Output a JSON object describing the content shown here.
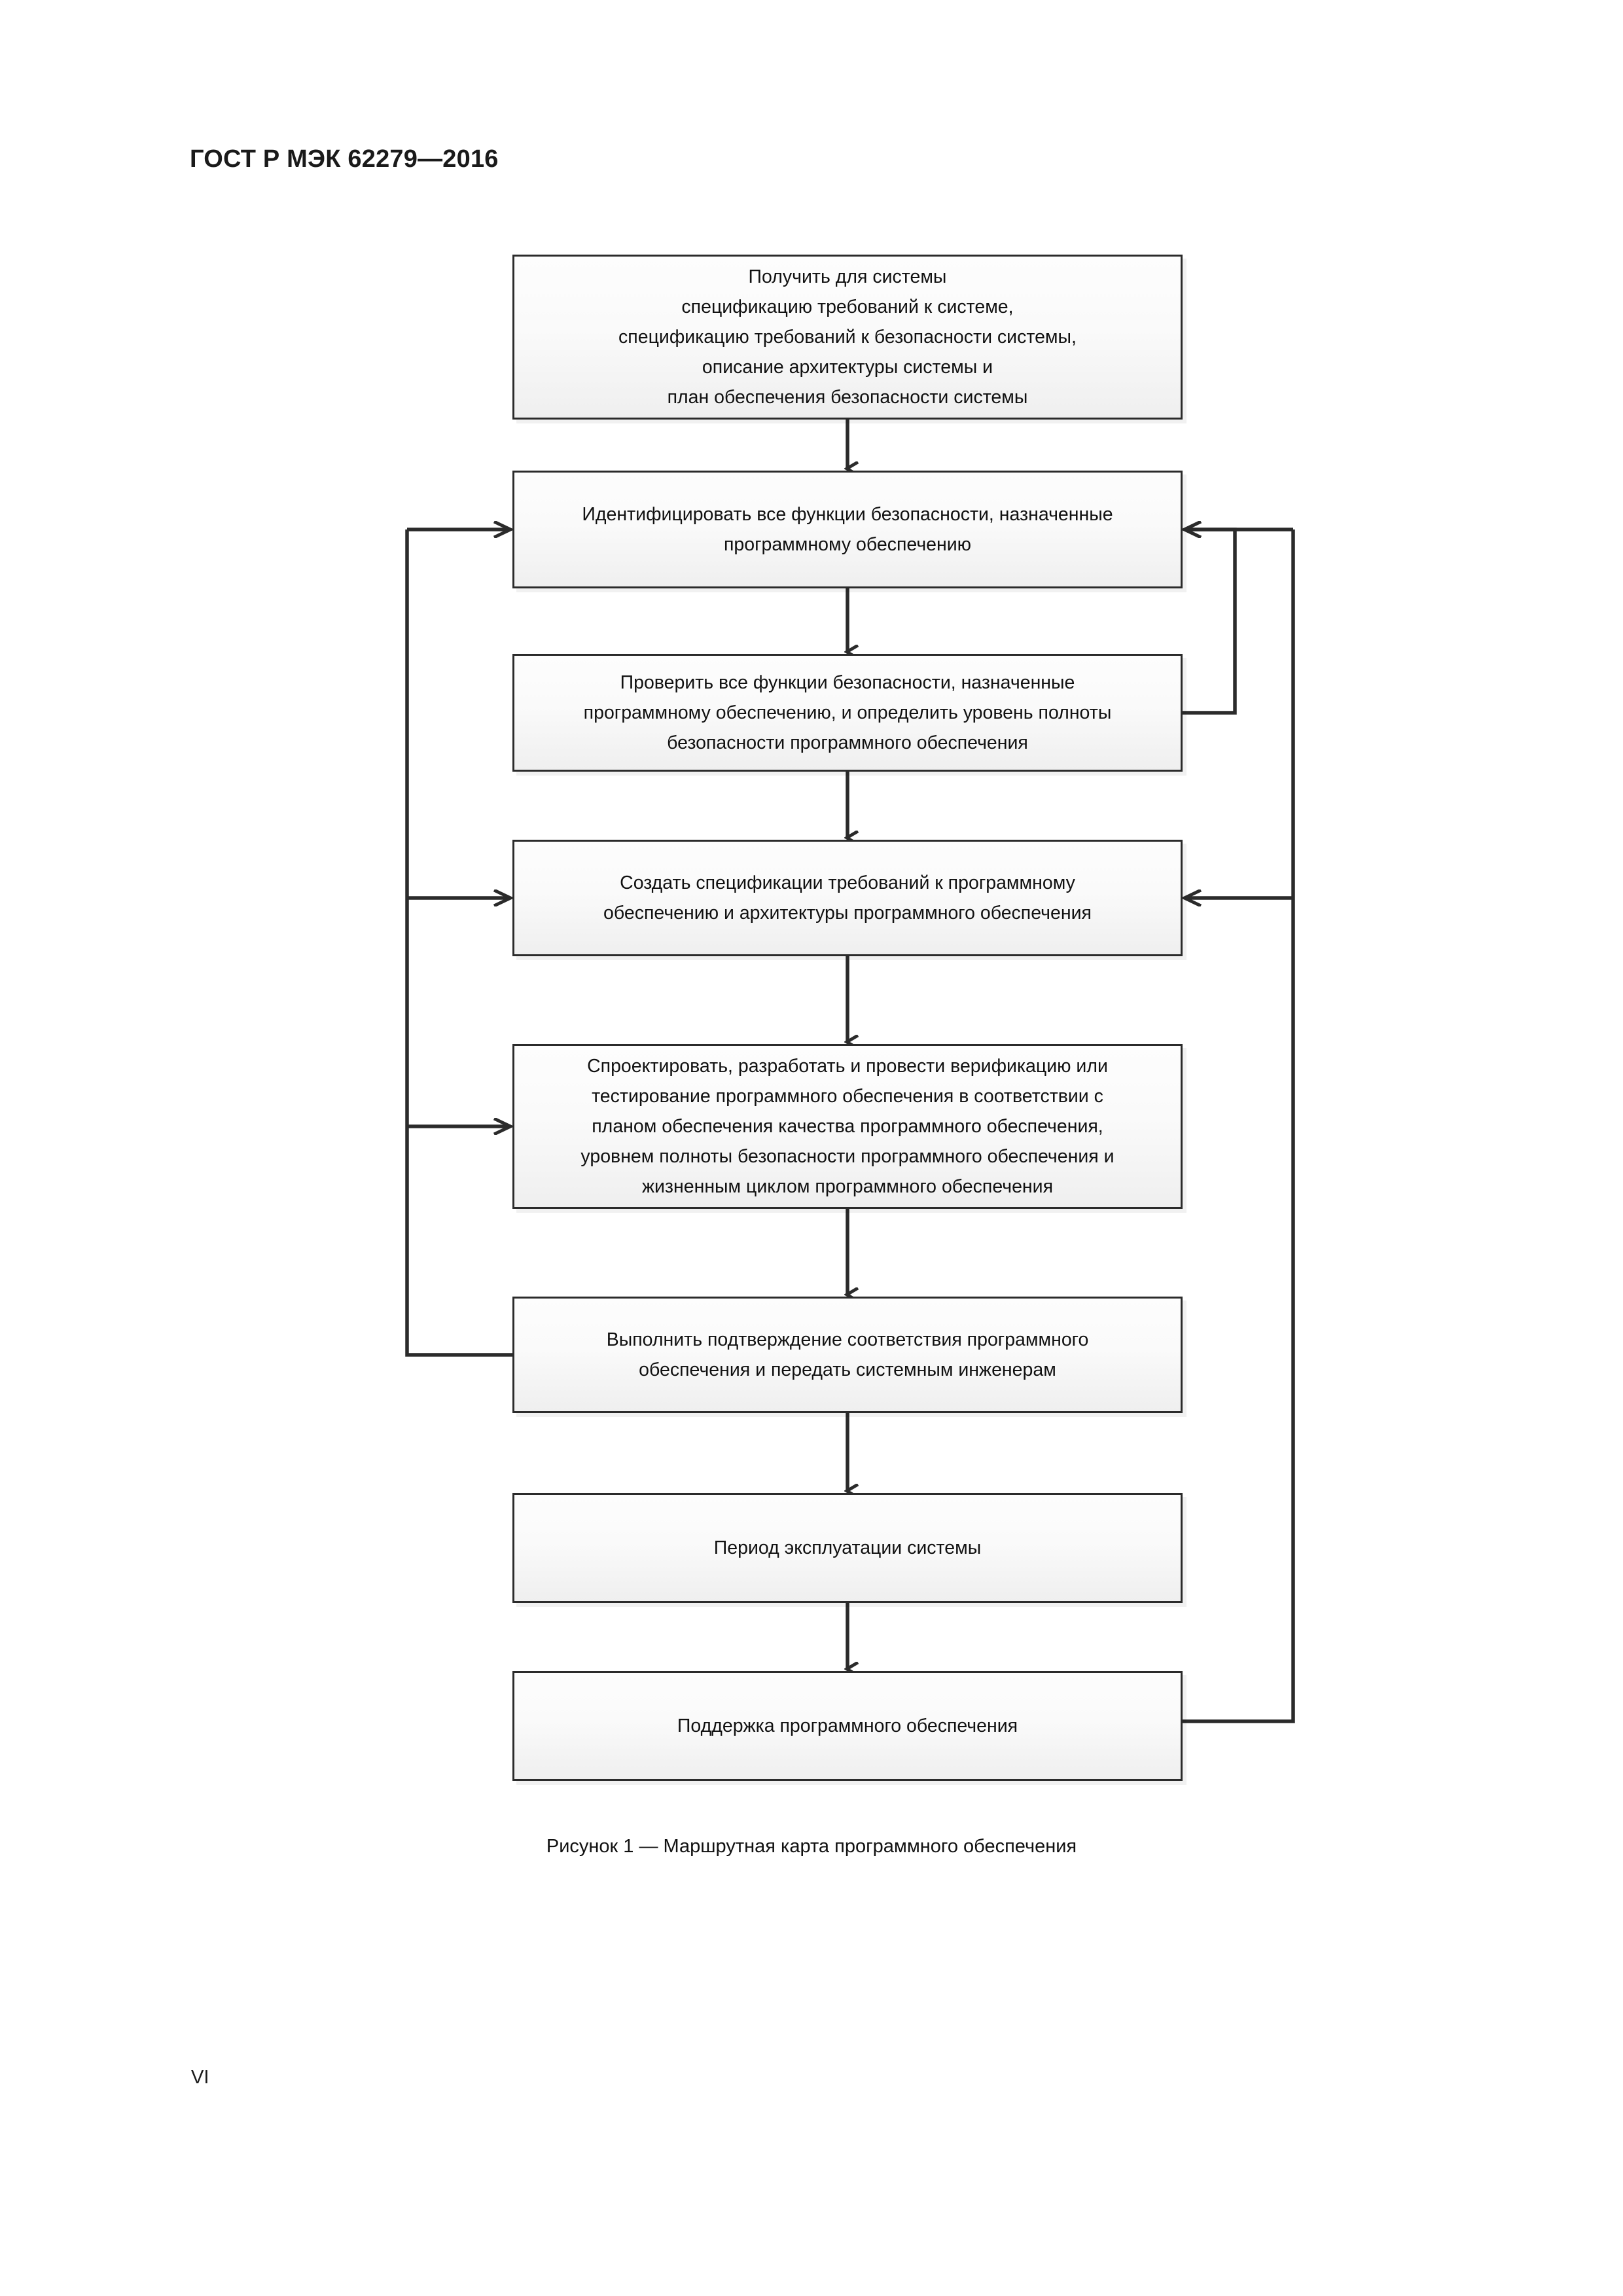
{
  "document": {
    "header": "ГОСТ Р МЭК 62279—2016",
    "page_number": "VI"
  },
  "figure": {
    "caption": "Рисунок 1 — Маршрутная карта программного обеспечения",
    "nodes": [
      {
        "id": "node-1",
        "name": "obtain-system-specifications",
        "text": "Получить для системы\nспецификацию требований к  системе,\nспецификацию требований к безопасности системы,\nописание архитектуры системы и\nплан обеспечения безопасности системы"
      },
      {
        "id": "node-2",
        "name": "identify-safety-functions",
        "text": "Идентифицировать все функции безопасности, назначенные\nпрограммному обеспечению"
      },
      {
        "id": "node-3",
        "name": "verify-safety-functions-and-sil",
        "text": "Проверить все функции безопасности, назначенные\nпрограммному обеспечению, и определить уровень полноты\nбезопасности программного обеспечения"
      },
      {
        "id": "node-4",
        "name": "create-software-requirements-and-architecture",
        "text": "Создать спецификации требований к программному\nобеспечению и архитектуры программного обеспечения"
      },
      {
        "id": "node-5",
        "name": "design-develop-verify-software",
        "text": "Спроектировать, разработать и провести верификацию или\nтестирование программного обеспечения в соответствии с\nпланом обеспечения качества программного обеспечения,\nуровнем полноты безопасности программного обеспечения и\nжизненным циклом программного обеспечения"
      },
      {
        "id": "node-6",
        "name": "perform-software-validation-and-handover",
        "text": "Выполнить подтверждение соответствия программного\nобеспечения и передать системным инженерам"
      },
      {
        "id": "node-7",
        "name": "system-operation-period",
        "text": "Период эксплуатации системы"
      },
      {
        "id": "node-8",
        "name": "software-maintenance",
        "text": "Поддержка программного обеспечения"
      }
    ],
    "connections": [
      {
        "name": "flow-node1-to-node2",
        "from": "node-1",
        "to": "node-2",
        "kind": "forward-down"
      },
      {
        "name": "flow-node2-to-node3",
        "from": "node-2",
        "to": "node-3",
        "kind": "forward-down"
      },
      {
        "name": "flow-node3-to-node4",
        "from": "node-3",
        "to": "node-4",
        "kind": "forward-down"
      },
      {
        "name": "flow-node4-to-node5",
        "from": "node-4",
        "to": "node-5",
        "kind": "forward-down"
      },
      {
        "name": "flow-node5-to-node6",
        "from": "node-5",
        "to": "node-6",
        "kind": "forward-down"
      },
      {
        "name": "flow-node6-to-node7",
        "from": "node-6",
        "to": "node-7",
        "kind": "forward-down"
      },
      {
        "name": "flow-node7-to-node8",
        "from": "node-7",
        "to": "node-8",
        "kind": "forward-down"
      },
      {
        "name": "feedback-node3-to-node2",
        "from": "node-3",
        "to": "node-2",
        "kind": "right-loop-inner"
      },
      {
        "name": "feedback-node6-to-node5",
        "from": "node-6",
        "to": "node-5",
        "kind": "left-loop"
      },
      {
        "name": "feedback-node6-to-node4",
        "from": "node-6",
        "to": "node-4",
        "kind": "left-loop"
      },
      {
        "name": "feedback-node6-to-node2",
        "from": "node-6",
        "to": "node-2",
        "kind": "left-loop"
      },
      {
        "name": "feedback-node8-to-node4",
        "from": "node-8",
        "to": "node-4",
        "kind": "right-loop-outer"
      },
      {
        "name": "feedback-node8-to-node2",
        "from": "node-8",
        "to": "node-2",
        "kind": "right-loop-outer"
      }
    ]
  },
  "colors": {
    "line": "#2b2b2b",
    "box_border": "#2b2b2b",
    "box_fill_top": "#fdfdfd",
    "box_fill_bottom": "#efefef",
    "text": "#111111",
    "page_background": "#ffffff"
  }
}
